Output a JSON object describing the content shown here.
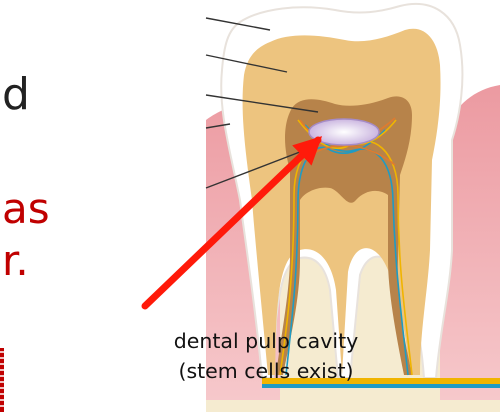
{
  "text_fragments": [
    "d",
    "as",
    "r."
  ],
  "caption": {
    "line_1": "dental pulp cavity",
    "line_2": "(stem cells exist)"
  },
  "colors": {
    "enamel": "#ffffff",
    "dentin": "#edc47f",
    "pulp": "#b7834a",
    "gum": "#e48a90",
    "bone": "#f5ebd0",
    "cavity": "#e9ddf1",
    "arrow": "#ff1a0a",
    "nerve": "#1f9bc4",
    "vessel": "#f0b400"
  }
}
